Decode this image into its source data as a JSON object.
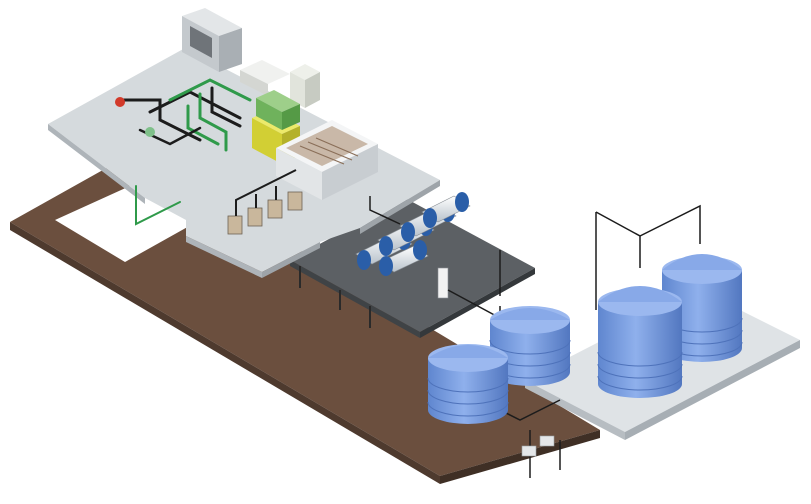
{
  "scene": {
    "colors": {
      "ground": "#6b4f3e",
      "platform": "#d7dcdf",
      "deck": "#5a5d60",
      "tank": "#6f95d9",
      "pipe": "#1c1c1c",
      "pipe_green": "#2f9a4a",
      "equipment_yellow": "#d8d63a",
      "vessel": "#e7ecf0",
      "vessel_cap": "#2a5ea8"
    },
    "components": [
      {
        "name": "ground-slab",
        "icon": "slab-icon"
      },
      {
        "name": "upper-platform",
        "icon": "platform-icon"
      },
      {
        "name": "ro-skid-deck",
        "icon": "deck-icon"
      },
      {
        "name": "pressure-vessels",
        "icon": "cylinder-icon",
        "count": 5
      },
      {
        "name": "storage-tanks-small",
        "icon": "tank-icon",
        "count": 2
      },
      {
        "name": "storage-tanks-large",
        "icon": "tank-icon",
        "count": 2
      },
      {
        "name": "hvac-unit",
        "icon": "box-icon"
      },
      {
        "name": "filter-tank",
        "icon": "box-icon"
      },
      {
        "name": "yellow-equipment",
        "icon": "box-icon"
      },
      {
        "name": "pump-row",
        "icon": "pump-icon",
        "count": 4
      },
      {
        "name": "piping-network",
        "icon": "pipe-icon"
      }
    ]
  }
}
